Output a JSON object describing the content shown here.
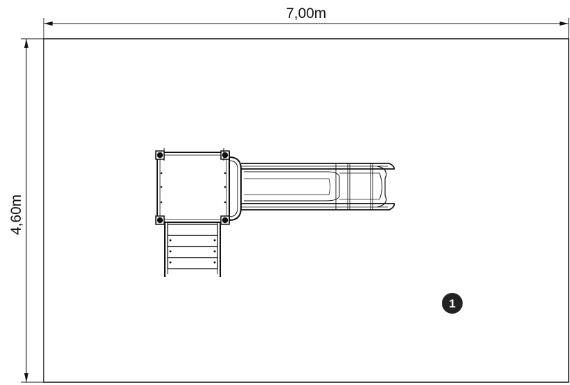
{
  "dimensions": {
    "width_label": "7,00m",
    "height_label": "4,60m"
  },
  "marker": {
    "number": "1"
  },
  "colors": {
    "line": "#111111",
    "background": "#ffffff",
    "marker_fill": "#222222"
  }
}
